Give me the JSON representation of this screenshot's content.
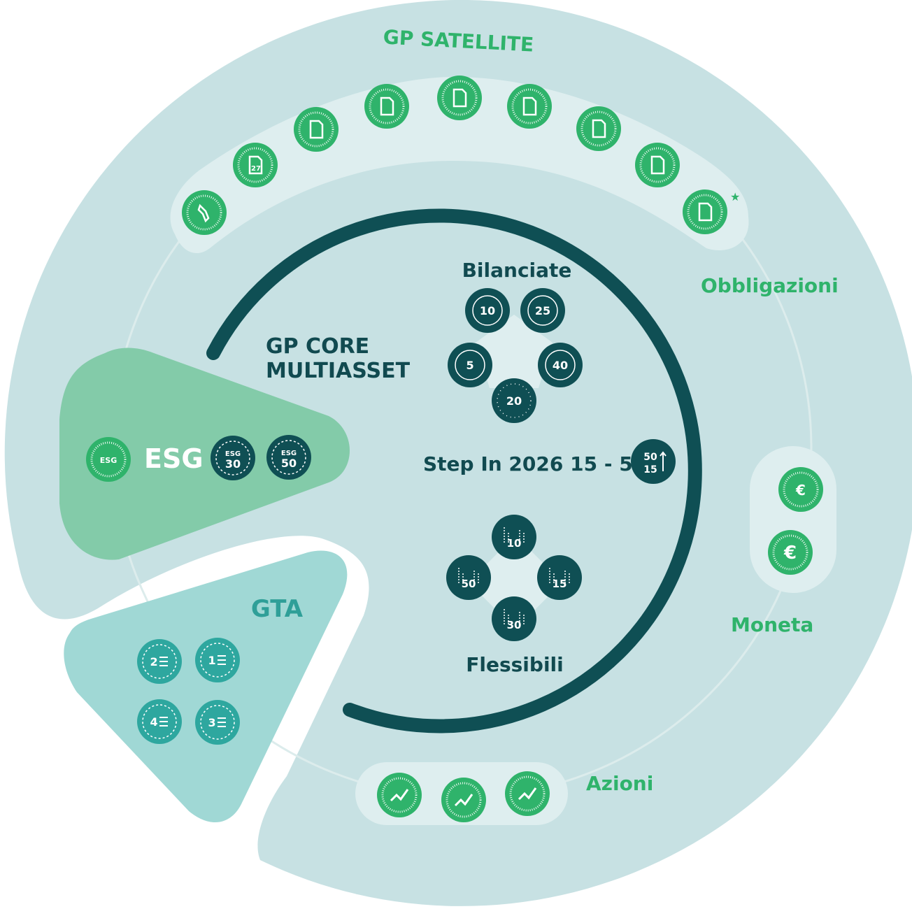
{
  "diagram": {
    "satellite_title": "GP SATELLITE",
    "core_title_line1": "GP CORE",
    "core_title_line2": "MULTIASSET",
    "segments": {
      "obbligazioni": "Obbligazioni",
      "moneta": "Moneta",
      "azioni": "Azioni"
    },
    "esg": {
      "label": "ESG",
      "icon_label": "ESG",
      "badges": [
        {
          "top": "ESG",
          "value": "30"
        },
        {
          "top": "ESG",
          "value": "50"
        }
      ]
    },
    "gta": {
      "label": "GTA",
      "lines": [
        "1",
        "2",
        "3",
        "4"
      ]
    },
    "bilanciate": {
      "label": "Bilanciate",
      "lines": [
        "10",
        "25",
        "5",
        "40",
        "20"
      ]
    },
    "step_in": {
      "label": "Step In 2026 15 - 50",
      "badge_top": "50",
      "badge_bottom": "15"
    },
    "flessibili": {
      "label": "Flessibili",
      "lines": [
        "10",
        "50",
        "15",
        "30"
      ]
    },
    "obbligazioni_icons": [
      {
        "icon": "italy-map-icon",
        "text": ""
      },
      {
        "icon": "document-icon",
        "text": "27"
      },
      {
        "icon": "document-icon",
        "text": ""
      },
      {
        "icon": "document-icon",
        "text": ""
      },
      {
        "icon": "document-icon",
        "text": ""
      },
      {
        "icon": "document-icon",
        "text": ""
      },
      {
        "icon": "document-icon",
        "text": ""
      },
      {
        "icon": "document-icon",
        "text": ""
      },
      {
        "icon": "document-star-icon",
        "text": ""
      }
    ],
    "moneta_icons": [
      "italy-euro-icon",
      "euro-icon"
    ],
    "azioni_icons": [
      "trend-up-icon",
      "trend-up-icon",
      "trend-up-icon"
    ],
    "colors": {
      "outer_ring": "#c7e1e3",
      "inner_pill": "#deeeef",
      "dark_teal": "#0f4f54",
      "green": "#2fb36b",
      "esg_sector": "#83cba9",
      "gta_sector": "#a0d8d5"
    }
  }
}
